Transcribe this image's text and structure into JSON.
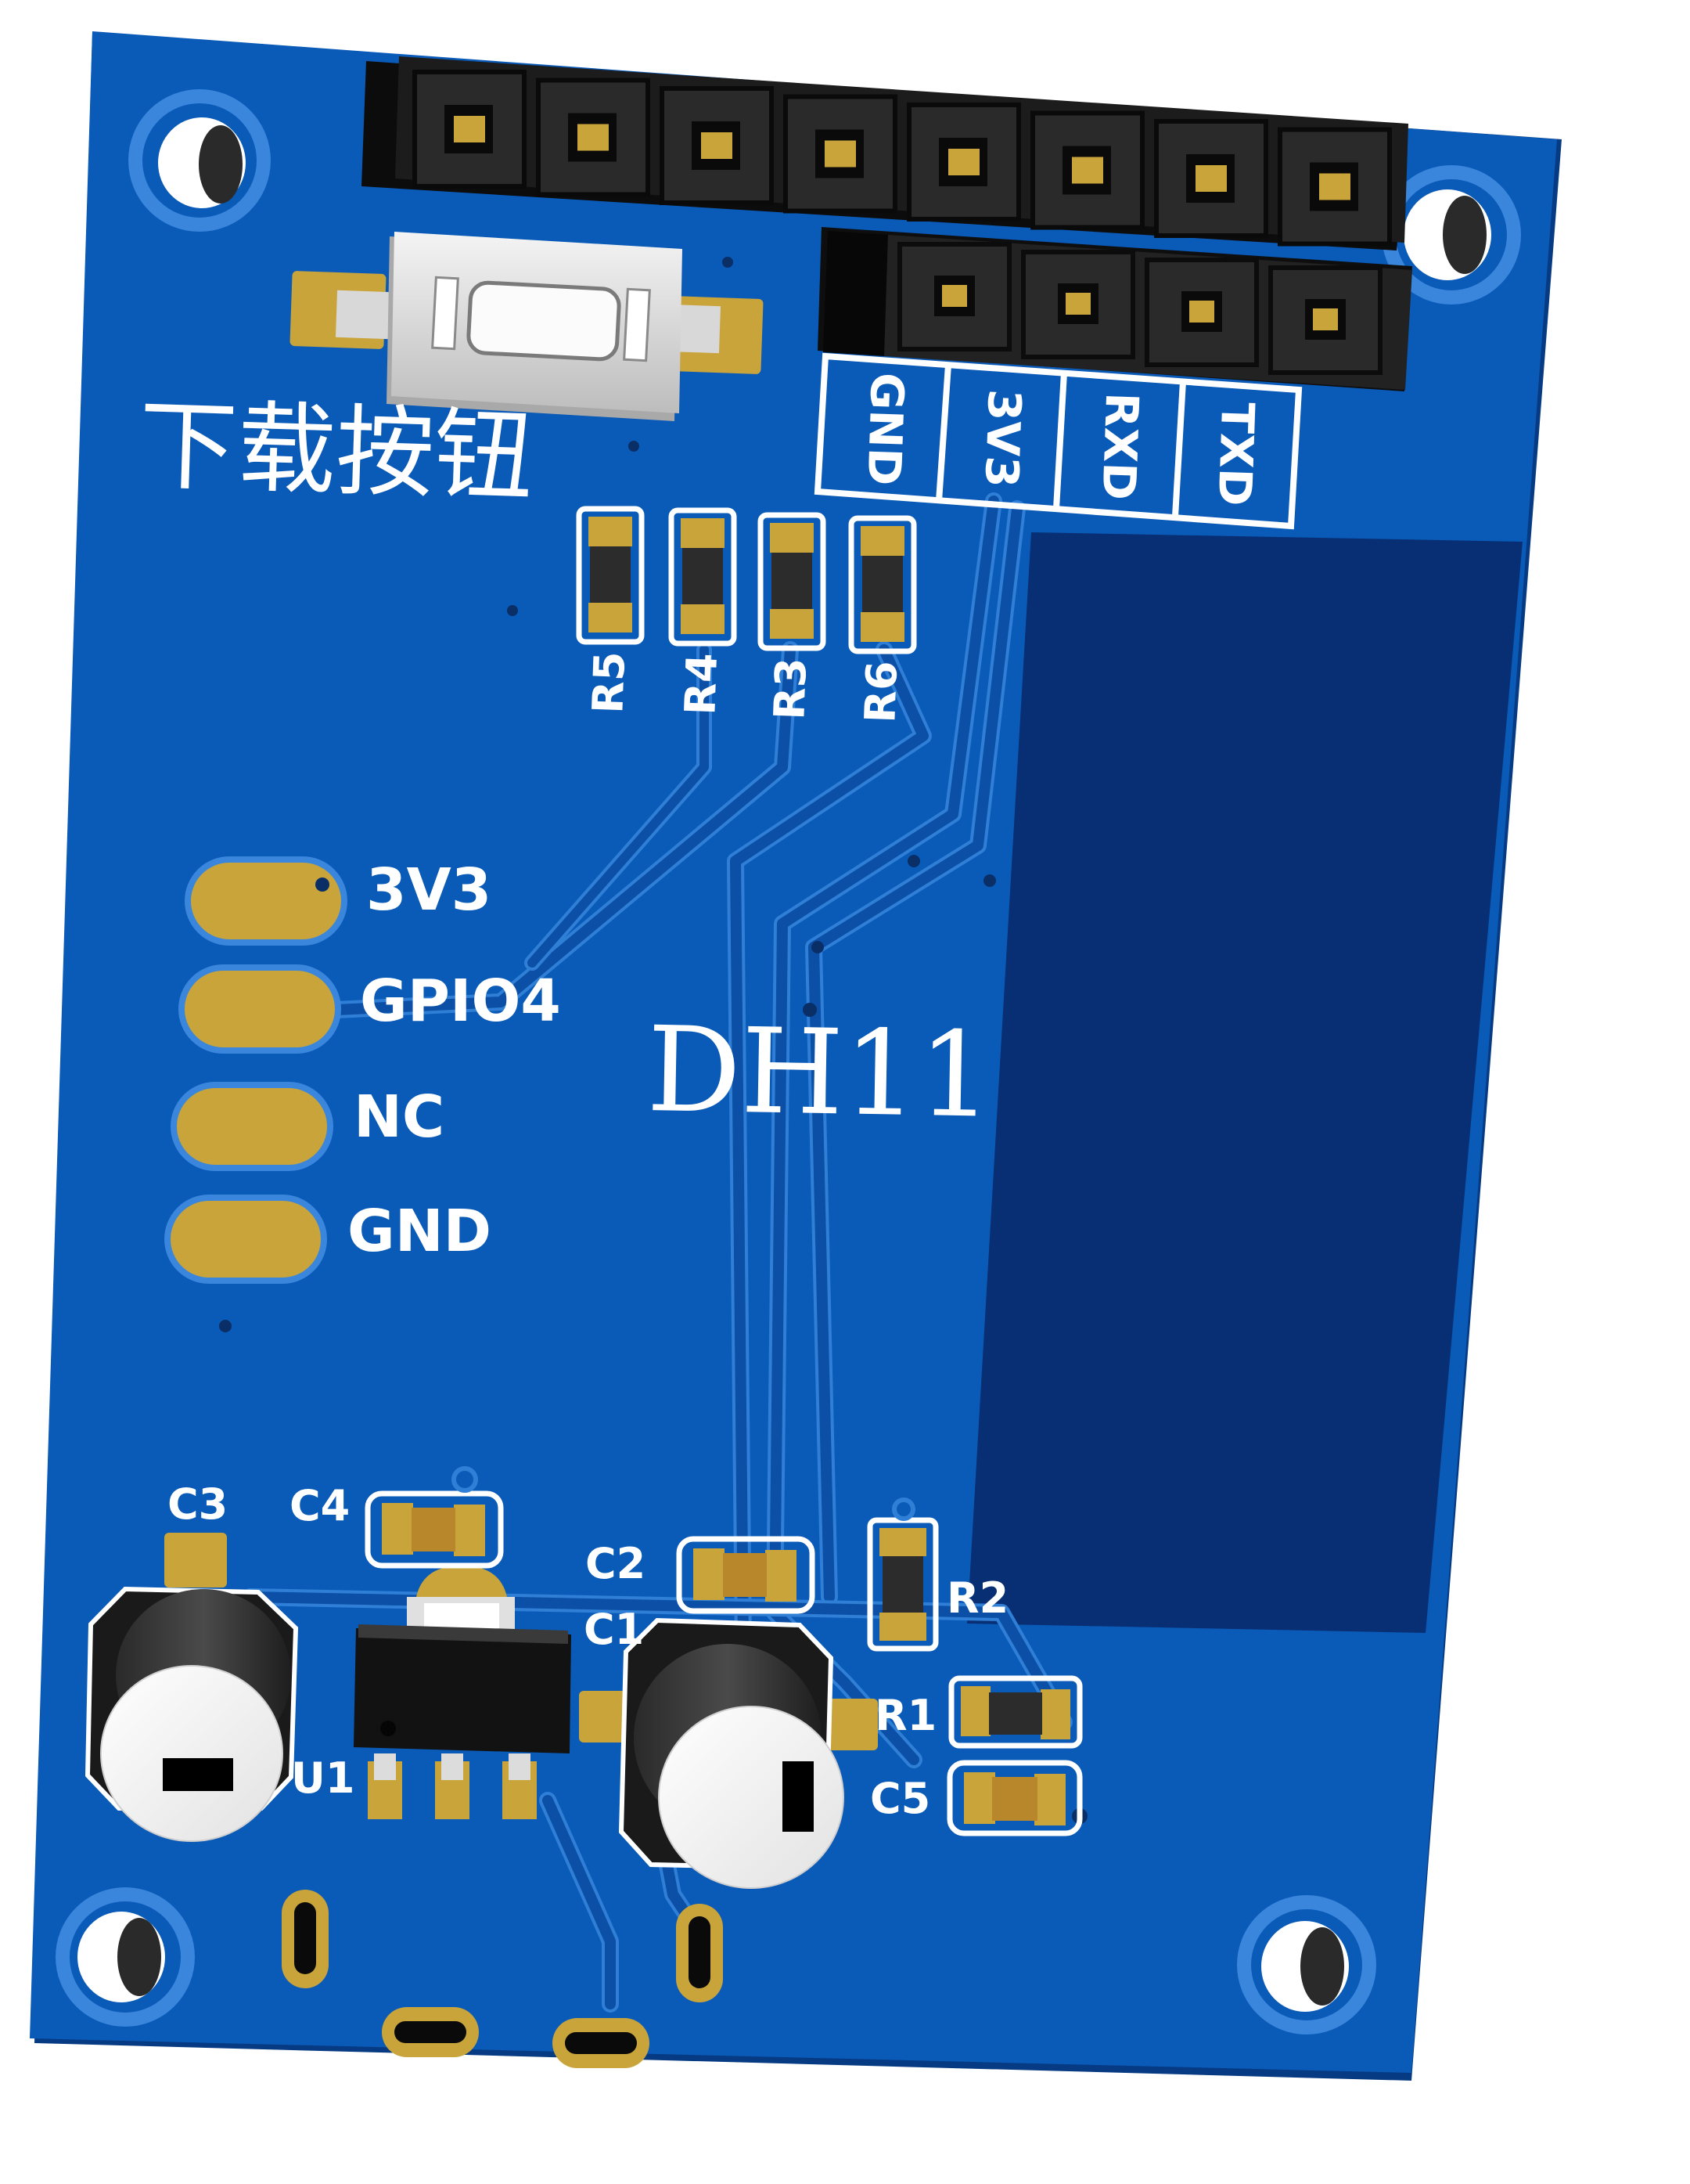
{
  "colors": {
    "board": "#0a5ab8",
    "board_edge": "#0a3f8a",
    "module_area": "#082f73",
    "trace": "#0b4fa6",
    "trace_edge": "#2f7fd6",
    "gold": "#c9a43a",
    "silkscreen": "#ffffff",
    "header": "#1c1c1c"
  },
  "board": {
    "button_label": "下载按钮",
    "sensor_label": "DH11"
  },
  "uart_header": {
    "pins": [
      "GND",
      "3V3",
      "RXD",
      "TXD"
    ]
  },
  "sensor_pads": {
    "pins": [
      "3V3",
      "GPIO4",
      "NC",
      "GND"
    ]
  },
  "resistors_top": [
    "R5",
    "R4",
    "R3",
    "R6"
  ],
  "designators": {
    "c1": "C1",
    "c2": "C2",
    "c3": "C3",
    "c4": "C4",
    "c5": "C5",
    "r1": "R1",
    "r2": "R2",
    "u1": "U1"
  }
}
